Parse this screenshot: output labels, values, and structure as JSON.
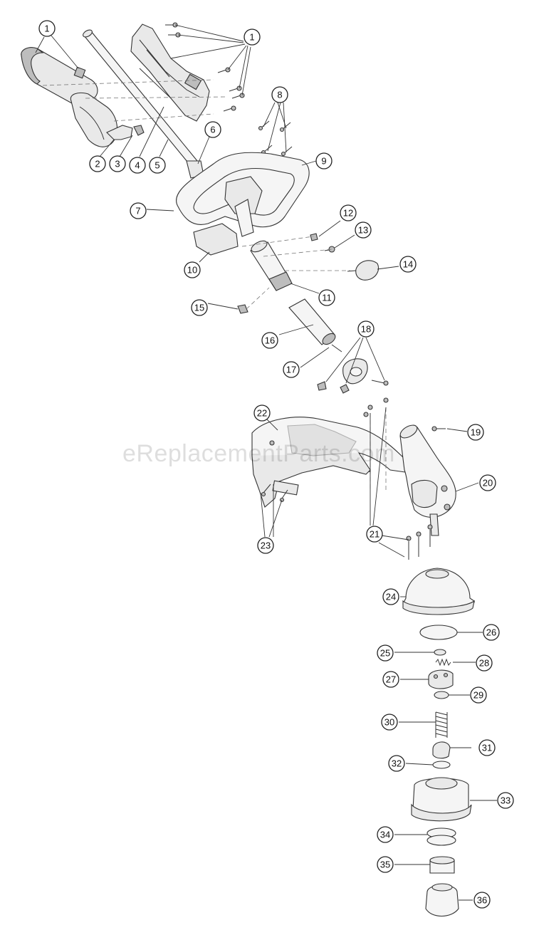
{
  "watermark": "eReplacementParts.com",
  "callouts": [
    "1",
    "1",
    "2",
    "3",
    "4",
    "5",
    "6",
    "7",
    "8",
    "9",
    "10",
    "11",
    "12",
    "13",
    "14",
    "15",
    "16",
    "17",
    "18",
    "19",
    "20",
    "21",
    "22",
    "23",
    "24",
    "25",
    "26",
    "27",
    "28",
    "29",
    "30",
    "31",
    "32",
    "33",
    "34",
    "35",
    "36"
  ]
}
